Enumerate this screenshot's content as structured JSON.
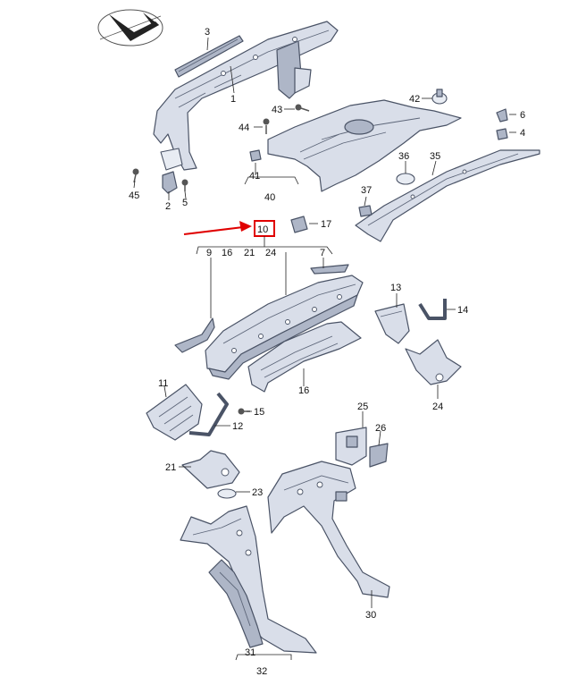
{
  "diagram": {
    "highlight_color": "#e00000",
    "part_color": "#d9dee9",
    "outline_color": "#4a5366",
    "logo": "vw-style-checkmark-logo",
    "labels": {
      "p1": "1",
      "p2": "2",
      "p3": "3",
      "p4": "4",
      "p5": "5",
      "p6": "6",
      "p7": "7",
      "p9": "9",
      "p10": "10",
      "p11": "11",
      "p12": "12",
      "p13": "13",
      "p14": "14",
      "p15": "15",
      "p16": "16",
      "p16b": "16",
      "p17": "17",
      "p21": "21",
      "p21b": "21",
      "p23": "23",
      "p24": "24",
      "p24b": "24",
      "p25": "25",
      "p26": "26",
      "p30": "30",
      "p31": "31",
      "p32": "32",
      "p35": "35",
      "p36": "36",
      "p37": "37",
      "p40": "40",
      "p41": "41",
      "p42": "42",
      "p43": "43",
      "p44": "44",
      "p45": "45"
    }
  }
}
